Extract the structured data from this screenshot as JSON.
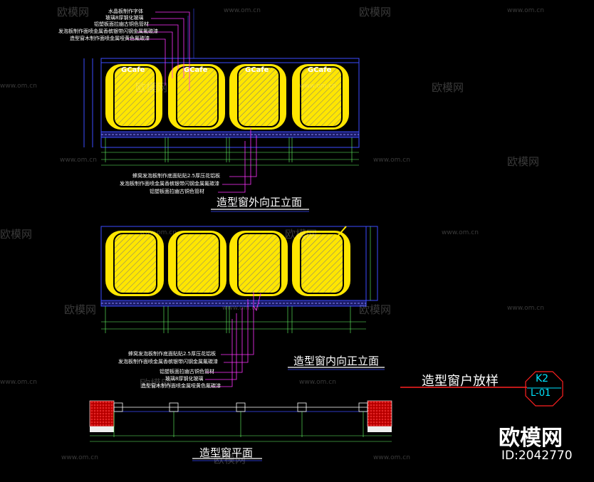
{
  "drawing": {
    "top_section": {
      "title": "造型窗外向正立面",
      "callouts_top": [
        "水晶板制作字体",
        "玻璃8厚钢化玻璃",
        "铝塑板面拉幽古铜色管材",
        "发泡板制作面喷金属香槟银带闪钢金属氟碳漆",
        "造型窗木制作面喷金属哑黄色氟碳漆"
      ],
      "callouts_bottom": [
        "蜂窝发泡板制作底面贴贴2.5厚压花铝板",
        "发泡板制作面喷金属香槟银带闪钢金属氟碳漆",
        "铝塑板面拉幽古铜色管材"
      ],
      "sign_text": "GCafe"
    },
    "middle_section": {
      "title": "造型窗内向正立面",
      "callouts": [
        "蜂窝发泡板制作底面贴贴2.5厚压花铝板",
        "发泡板制作面喷金属香槟银带闪钢金属氟碳漆",
        "铝塑板面拉幽古铜色管材",
        "玻璃8厚钢化玻璃",
        "造型窗木制作面喷金属哑黄色氟碳漆"
      ]
    },
    "bottom_section": {
      "title": "造型窗平面"
    },
    "sheet_title": "造型窗户放样",
    "sheet_tag": {
      "top": "K2",
      "bottom": "L-01"
    }
  },
  "watermark": {
    "brand": "欧模网",
    "url": "www.om.cn",
    "id_label": "ID:2042770"
  },
  "colors": {
    "background": "#000000",
    "frame_blue": "#3c4cff",
    "panel_yellow": "#ffe600",
    "leader_magenta": "#ff33ff",
    "dim_green": "#66ff66",
    "red_line": "#ff2020",
    "tag_cyan": "#00e5ff"
  }
}
